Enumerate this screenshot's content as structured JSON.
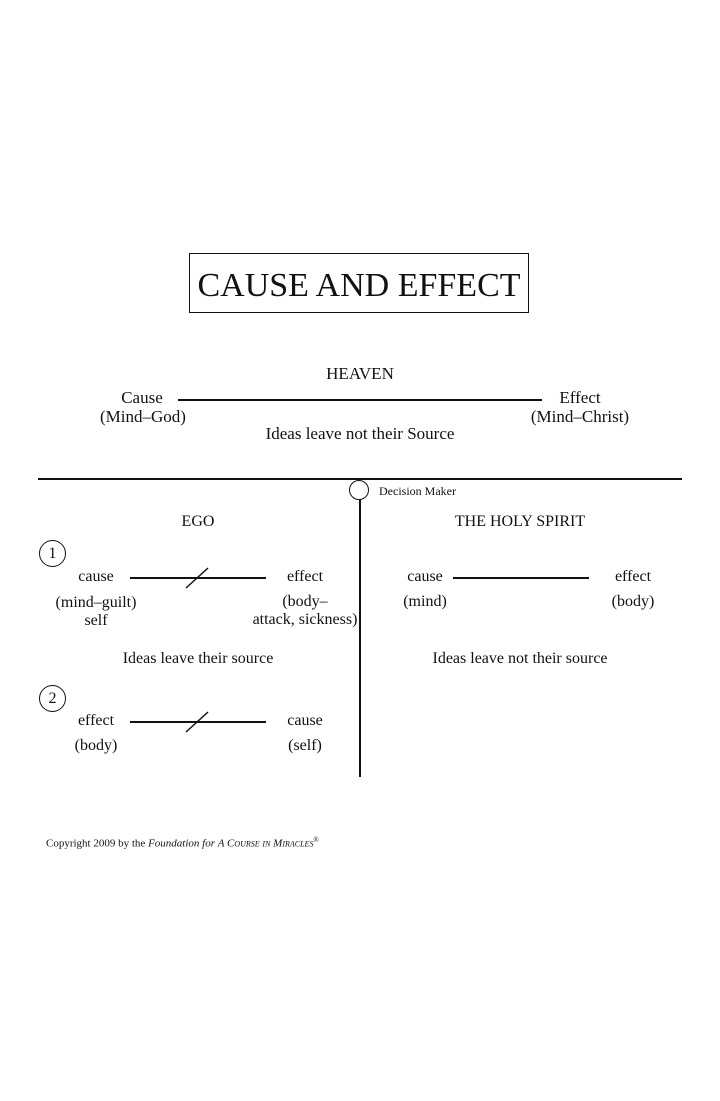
{
  "title": "CAUSE AND EFFECT",
  "heaven": {
    "label": "HEAVEN",
    "cause": "Cause",
    "cause_sub": "(Mind–God)",
    "effect": "Effect",
    "effect_sub": "(Mind–Christ)",
    "caption": "Ideas leave not their Source"
  },
  "decision_maker": "Decision Maker",
  "ego": {
    "label": "EGO",
    "one": {
      "number": "1",
      "cause": "cause",
      "cause_sub": "(mind–guilt)",
      "cause_sub2": "self",
      "effect": "effect",
      "effect_sub": "(body–",
      "effect_sub2": "attack, sickness)"
    },
    "caption": "Ideas leave their source",
    "two": {
      "number": "2",
      "effect": "effect",
      "effect_sub": "(body)",
      "cause": "cause",
      "cause_sub": "(self)"
    }
  },
  "holy_spirit": {
    "label": "THE HOLY SPIRIT",
    "cause": "cause",
    "cause_sub": "(mind)",
    "effect": "effect",
    "effect_sub": "(body)",
    "caption": "Ideas leave not their source"
  },
  "copyright": {
    "prefix": "Copyright 2009 by the ",
    "foundation": "Foundation for ",
    "course": "A Course in Miracles",
    "mark": "®"
  }
}
